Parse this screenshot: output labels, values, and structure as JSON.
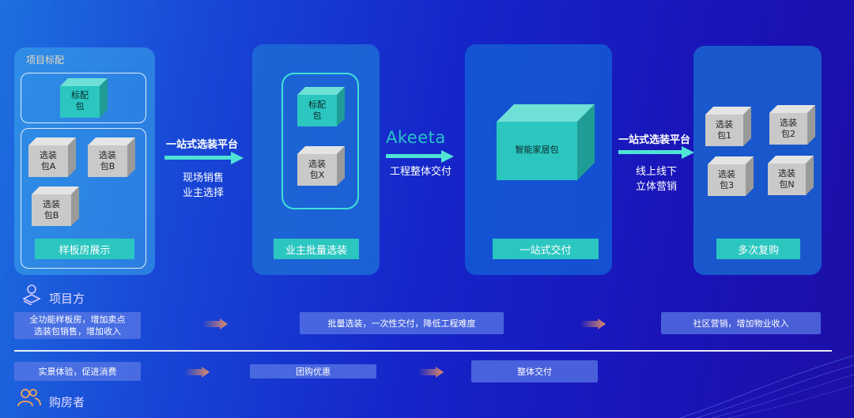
{
  "stage1": {
    "section_label": "项目标配",
    "standard_pack": "标配\n包",
    "packs": [
      "选装\n包A",
      "选装\n包B",
      "选装\n包B"
    ],
    "button": "样板房展示"
  },
  "arrow1": {
    "title": "一站式选装平台",
    "sub": "现场销售\n业主选择"
  },
  "stage2": {
    "packs": [
      "标配\n包",
      "选装\n包X"
    ],
    "button": "业主批量选装"
  },
  "arrow2": {
    "logo": "Akeeta",
    "sub": "工程整体交付"
  },
  "stage3": {
    "big_pack": "智能家居包",
    "button": "一站式交付"
  },
  "arrow3": {
    "title": "一站式选装平台",
    "sub": "线上线下\n立体营销"
  },
  "stage4": {
    "packs": [
      "选装\n包1",
      "选装\n包2",
      "选装\n包3",
      "选装\n包N"
    ],
    "button": "多次复购"
  },
  "project_side": {
    "label": "项目方",
    "benefits": [
      "全功能样板房，增加卖点\n选装包销售，增加收入",
      "批量选装，一次性交付，降低工程难度",
      "社区营销，增加物业收入"
    ]
  },
  "buyer_side": {
    "label": "购房者",
    "benefits": [
      "实景体验，促进消费",
      "团购优惠",
      "整体交付"
    ]
  },
  "colors": {
    "teal": "#2bc6c0",
    "arrow": "#4fe3d6",
    "cube_gray": "#c9c9c9",
    "logo_teal": "#29c2c9"
  }
}
